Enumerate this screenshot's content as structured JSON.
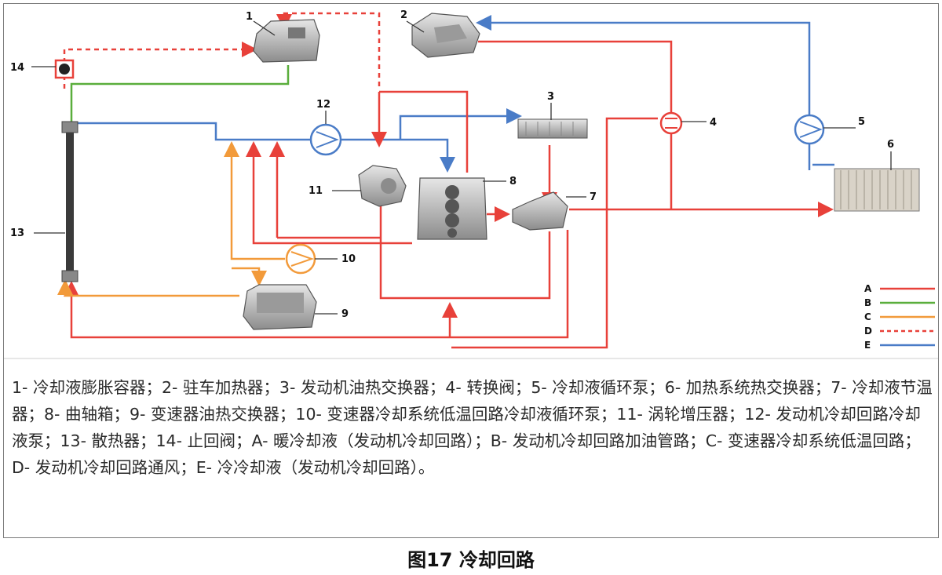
{
  "diagram": {
    "component_numbers": [
      "1",
      "2",
      "3",
      "4",
      "5",
      "6",
      "7",
      "8",
      "9",
      "10",
      "11",
      "12",
      "13",
      "14"
    ],
    "legend": [
      {
        "key": "A",
        "color": "#e8413a",
        "style": "solid"
      },
      {
        "key": "B",
        "color": "#5aae3c",
        "style": "solid"
      },
      {
        "key": "C",
        "color": "#f29a3a",
        "style": "solid"
      },
      {
        "key": "D",
        "color": "#e8413a",
        "style": "dashed"
      },
      {
        "key": "E",
        "color": "#4a7cc7",
        "style": "solid"
      }
    ],
    "colors": {
      "hot_red": "#e8413a",
      "green": "#5aae3c",
      "orange": "#f29a3a",
      "blue": "#4a7cc7"
    }
  },
  "caption": {
    "text": "1- 冷却液膨胀容器；2- 驻车加热器；3- 发动机油热交换器；4- 转换阀；5- 冷却液循环泵；6- 加热系统热交换器；7- 冷却液节温器；8- 曲轴箱；9- 变速器油热交换器；10- 变速器冷却系统低温回路冷却液循环泵；11- 涡轮增压器；12- 发动机冷却回路冷却液泵；13- 散热器；14- 止回阀；A- 暖冷却液（发动机冷却回路）；B- 发动机冷却回路加油管路；C- 变速器冷却系统低温回路；D- 发动机冷却回路通风；E- 冷冷却液（发动机冷却回路）。"
  },
  "figure_title": "图17 冷却回路"
}
